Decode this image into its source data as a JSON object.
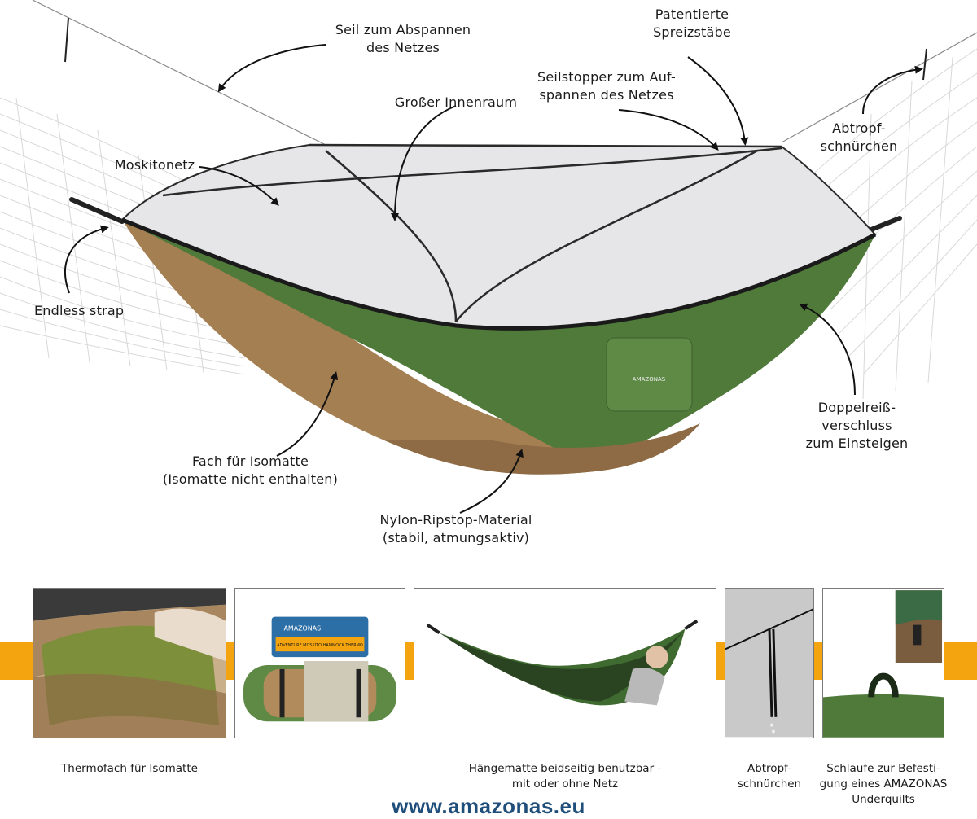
{
  "callouts": {
    "rope": [
      "Seil zum Abspannen",
      "des Netzes"
    ],
    "spreader": [
      "Patentierte",
      "Spreizstäbe"
    ],
    "stopper": [
      "Seilstopper zum Auf-",
      "spannen des Netzes"
    ],
    "interior": [
      "Großer Innenraum"
    ],
    "net": [
      "Moskitonetz"
    ],
    "drip_top": [
      "Abtropf-",
      "schnürchen"
    ],
    "strap": [
      "Endless strap"
    ],
    "zipper": [
      "Doppelreiß-",
      "verschluss",
      "zum Einsteigen"
    ],
    "mat_pocket": [
      "Fach für Isomatte",
      "(Isomatte nicht enthalten)"
    ],
    "material": [
      "Nylon-Ripstop-Material",
      "(stabil, atmungsaktiv)"
    ]
  },
  "captions": {
    "thermo": [
      "Thermofach für Isomatte"
    ],
    "reversible": [
      "Hängematte beidseitig benutzbar -",
      "mit oder ohne Netz"
    ],
    "drip": [
      "Abtropf-",
      "schnürchen"
    ],
    "loop": [
      "Schlaufe zur Befesti-",
      "gung eines AMAZONAS",
      "Underquilts"
    ]
  },
  "package": {
    "brand": "AMAZONAS",
    "title": "ADVENTURE MOSKITO HAMMOCK THERMO"
  },
  "website": "www.amazonas.eu",
  "colors": {
    "band": "#f3a40f",
    "green": "#4f7a3a",
    "tan": "#a47f52",
    "net": "#2a2a2a",
    "website": "#1f4e7a"
  }
}
